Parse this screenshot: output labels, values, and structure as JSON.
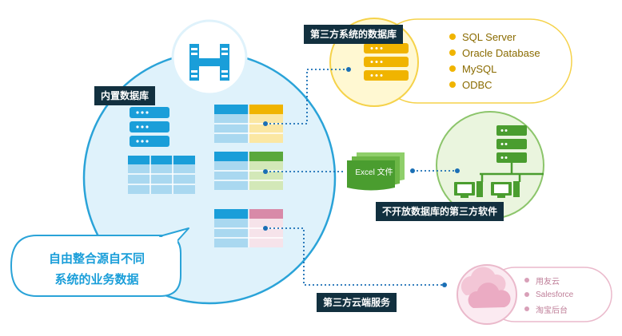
{
  "labels": {
    "builtin_db": "内置数据库",
    "third_party_db": "第三方系统的数据库",
    "closed_db_software": "不开放数据库的第三方软件",
    "cloud_service": "第三方云端服务",
    "excel_file": "Excel 文件"
  },
  "bubble": {
    "line1": "自由整合源自不同",
    "line2": "系统的业务数据"
  },
  "third_party_db_list": [
    "SQL Server",
    "Oracle Database",
    "MySQL",
    "ODBC"
  ],
  "cloud_list": [
    "用友云",
    "Salesforce",
    "淘宝后台"
  ],
  "icons": {
    "logo": "h-logo-icon",
    "database": "database-server-icon",
    "server": "server-rack-icon",
    "computer": "computer-icon",
    "cloud": "cloud-icon",
    "excel": "excel-file-icon"
  },
  "colors": {
    "primary_blue": "#1a9ed9",
    "main_circle_fill": "#dff2fb",
    "yellow": "#f0b400",
    "green": "#5aa83c",
    "pink": "#d88aa8",
    "dark_label": "#12303f",
    "connector": "#1a6fb5"
  }
}
